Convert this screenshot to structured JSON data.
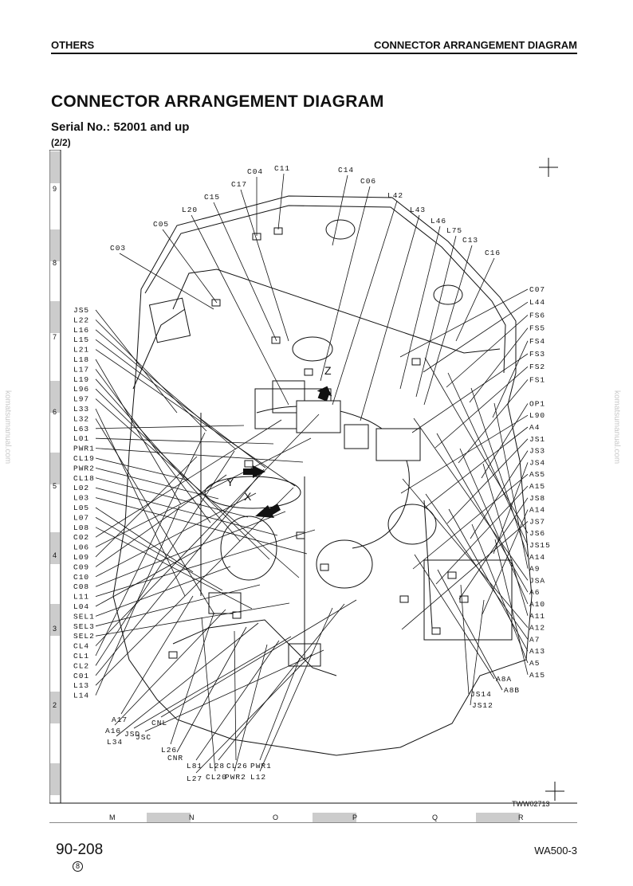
{
  "header": {
    "section": "OTHERS",
    "topic": "CONNECTOR ARRANGEMENT DIAGRAM"
  },
  "title": "CONNECTOR ARRANGEMENT DIAGRAM",
  "serial": "Serial No.: 52001 and up",
  "part": "(2/2)",
  "diagram": {
    "view_labels": [
      "Z",
      "Y",
      "X"
    ],
    "top_labels": [
      "C04",
      "C11",
      "C14",
      "C17",
      "C06",
      "C15",
      "L42",
      "L20",
      "L43",
      "C05",
      "L46",
      "L75",
      "C13",
      "C03",
      "C16"
    ],
    "left_labels": [
      "JS5",
      "L22",
      "L16",
      "L15",
      "L21",
      "L18",
      "L17",
      "L19",
      "L96",
      "L97",
      "L33",
      "L32",
      "L63",
      "L01",
      "PWR1",
      "CL19",
      "PWR2",
      "CL18",
      "L02",
      "L03",
      "L05",
      "L07",
      "L08",
      "C02",
      "L06",
      "L09",
      "C09",
      "C10",
      "C08",
      "L11",
      "L04",
      "SEL1",
      "SEL3",
      "SEL2",
      "CL4",
      "CL1",
      "CL2",
      "C01",
      "L13",
      "L14",
      "A17",
      "A16",
      "L34",
      "JSD",
      "JSC",
      "CNL",
      "L26",
      "CNR",
      "L81",
      "L27",
      "L28",
      "CL20",
      "CL26",
      "PWR2",
      "PWR1",
      "L12"
    ],
    "right_labels": [
      "C07",
      "L44",
      "FS6",
      "FS5",
      "FS4",
      "FS3",
      "FS2",
      "FS1",
      "OP1",
      "L90",
      "A4",
      "JS1",
      "JS3",
      "JS4",
      "AS5",
      "A15",
      "JS8",
      "A14",
      "JS7",
      "JS6",
      "JS15",
      "A14",
      "A9",
      "JSA",
      "A6",
      "A10",
      "A11",
      "A12",
      "A7",
      "A13",
      "A5",
      "A15",
      "A8A",
      "A8B",
      "JS14",
      "JS12"
    ],
    "zone_left": [
      "9",
      "8",
      "7",
      "6",
      "5",
      "4",
      "3",
      "2"
    ],
    "zone_bottom": [
      "M",
      "N",
      "O",
      "P",
      "Q",
      "R"
    ],
    "figure_code": "TWW02713"
  },
  "footer": {
    "page": "90-208",
    "revision": "8",
    "model": "WA500-3"
  },
  "watermark": "komatsumanual.com"
}
